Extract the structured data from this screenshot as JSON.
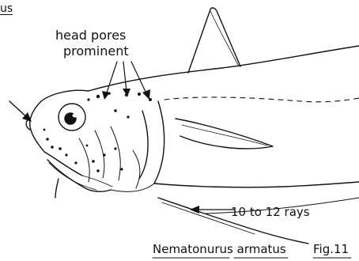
{
  "figure": {
    "corner_fragment": "us",
    "callout_pores_line1": "head pores",
    "callout_pores_line2": "prominent",
    "callout_rays": "10 to 12 rays",
    "species_genus": "Nematonurus",
    "species_epithet": "armatus",
    "figure_number": "Fig.11"
  },
  "colors": {
    "ink": "#111111",
    "background": "#ffffff"
  }
}
